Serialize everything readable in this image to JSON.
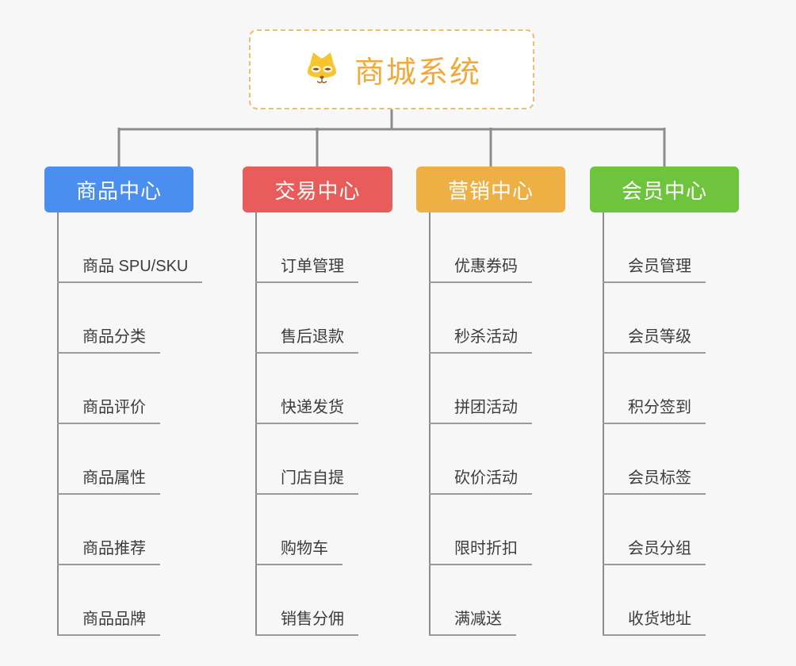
{
  "app": {
    "background_color": "#F7F7F7",
    "connector_color": "#8C8C8C",
    "leaf_underline_color": "#9B9B9B",
    "leaf_text_color": "#3C3C3C"
  },
  "root": {
    "title": "商城系统",
    "icon": "shiba-dog-icon",
    "title_color": "#F2A93C",
    "border_color": "#F0BC6E"
  },
  "branches": [
    {
      "label": "商品中心",
      "color": "#4A8EF0",
      "children": [
        "商品 SPU/SKU",
        "商品分类",
        "商品评价",
        "商品属性",
        "商品推荐",
        "商品品牌"
      ]
    },
    {
      "label": "交易中心",
      "color": "#E85C5C",
      "children": [
        "订单管理",
        "售后退款",
        "快递发货",
        "门店自提",
        "购物车",
        "销售分佣"
      ]
    },
    {
      "label": "营销中心",
      "color": "#EEB044",
      "children": [
        "优惠券码",
        "秒杀活动",
        "拼团活动",
        "砍价活动",
        "限时折扣",
        "满减送"
      ]
    },
    {
      "label": "会员中心",
      "color": "#6EC43C",
      "children": [
        "会员管理",
        "会员等级",
        "积分签到",
        "会员标签",
        "会员分组",
        "收货地址"
      ]
    }
  ]
}
